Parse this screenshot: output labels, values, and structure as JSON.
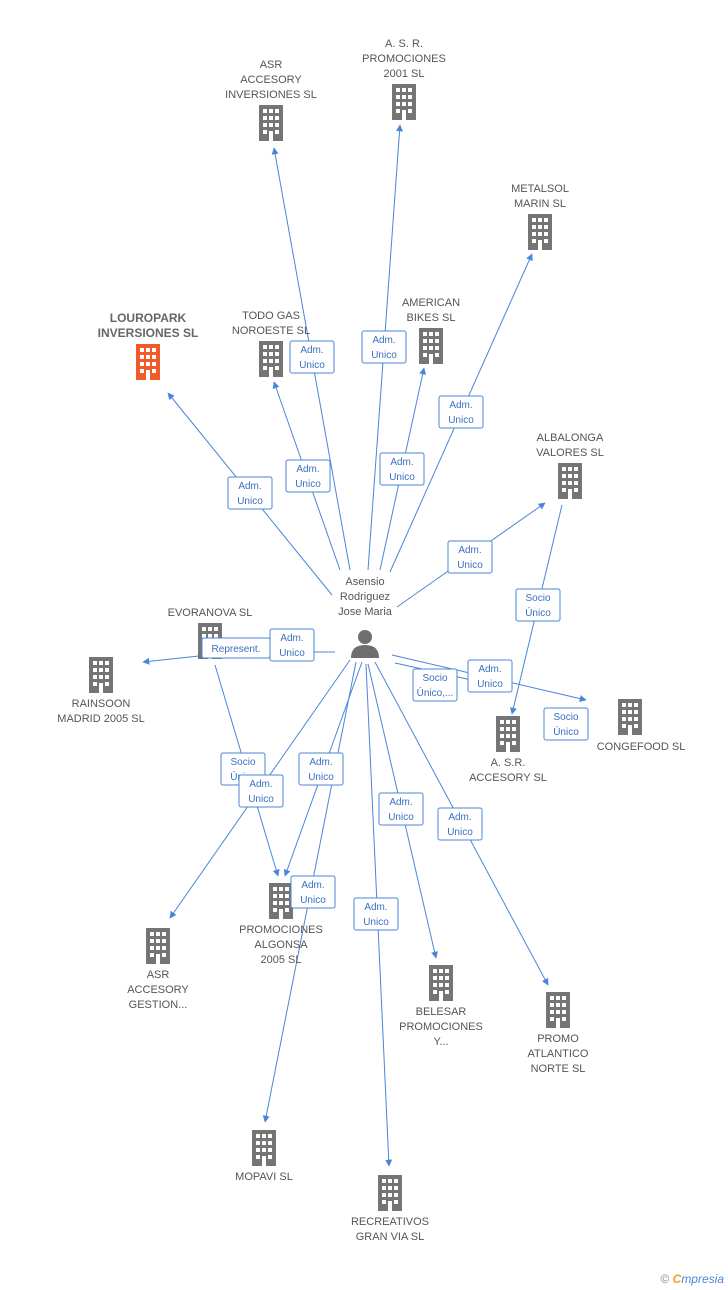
{
  "colors": {
    "edge": "#4a86d8",
    "building": "#757575",
    "highlight": "#f05a28",
    "person": "#6e6e6e"
  },
  "center": {
    "name_lines": [
      "Asensio",
      "Rodriguez",
      "Jose Maria"
    ]
  },
  "companies": [
    {
      "id": "asr-accesory-inversiones",
      "lines": [
        "ASR",
        "ACCESORY",
        "INVERSIONES SL"
      ]
    },
    {
      "id": "asr-promociones-2001",
      "lines": [
        "A.  S. R.",
        "PROMOCIONES",
        "2001 SL"
      ]
    },
    {
      "id": "metalsol-marin",
      "lines": [
        "METALSOL",
        "MARIN SL"
      ]
    },
    {
      "id": "louropark-inversiones",
      "lines": [
        "LOUROPARK",
        "INVERSIONES SL"
      ],
      "highlight": true
    },
    {
      "id": "todo-gas-noroeste",
      "lines": [
        "TODO GAS",
        "NOROESTE SL"
      ]
    },
    {
      "id": "american-bikes",
      "lines": [
        "AMERICAN",
        "BIKES SL"
      ]
    },
    {
      "id": "albalonga-valores",
      "lines": [
        "ALBALONGA",
        "VALORES SL"
      ]
    },
    {
      "id": "evoranova",
      "lines": [
        "EVORANOVA SL"
      ]
    },
    {
      "id": "rainsoon-madrid-2005",
      "lines": [
        "RAINSOON",
        "MADRID 2005 SL"
      ]
    },
    {
      "id": "asr-accesory",
      "lines": [
        "A. S.R.",
        "ACCESORY SL"
      ]
    },
    {
      "id": "congefood",
      "lines": [
        "CONGEFOOD SL"
      ]
    },
    {
      "id": "promociones-algonsa-2005",
      "lines": [
        "PROMOCIONES",
        "ALGONSA",
        "2005 SL"
      ]
    },
    {
      "id": "asr-accesory-gestion",
      "lines": [
        "ASR",
        "ACCESORY",
        "GESTION..."
      ]
    },
    {
      "id": "belesar-promociones",
      "lines": [
        "BELESAR",
        "PROMOCIONES",
        "Y..."
      ]
    },
    {
      "id": "promo-atlantico-norte",
      "lines": [
        "PROMO",
        "ATLANTICO",
        "NORTE SL"
      ]
    },
    {
      "id": "mopavi",
      "lines": [
        "MOPAVI SL"
      ]
    },
    {
      "id": "recreativos-gran-via",
      "lines": [
        "RECREATIVOS",
        "GRAN VIA SL"
      ]
    }
  ],
  "relations": [
    {
      "lines": [
        "Adm.",
        "Unico"
      ]
    },
    {
      "lines": [
        "Adm.",
        "Unico"
      ]
    },
    {
      "lines": [
        "Adm.",
        "Unico"
      ]
    },
    {
      "lines": [
        "Adm.",
        "Unico"
      ]
    },
    {
      "lines": [
        "Adm.",
        "Unico"
      ]
    },
    {
      "lines": [
        "Adm.",
        "Unico"
      ]
    },
    {
      "lines": [
        "Adm.",
        "Unico"
      ]
    },
    {
      "lines": [
        "Socio",
        "Único"
      ]
    },
    {
      "lines": [
        "Represent."
      ]
    },
    {
      "lines": [
        "Adm.",
        "Unico"
      ]
    },
    {
      "lines": [
        "Adm.",
        "Unico"
      ]
    },
    {
      "lines": [
        "Socio",
        "Único,..."
      ]
    },
    {
      "lines": [
        "Socio",
        "Único"
      ]
    },
    {
      "lines": [
        "Socio",
        "Único"
      ]
    },
    {
      "lines": [
        "Adm.",
        "Unico"
      ]
    },
    {
      "lines": [
        "Adm.",
        "Unico"
      ]
    },
    {
      "lines": [
        "Adm.",
        "Unico"
      ]
    },
    {
      "lines": [
        "Adm.",
        "Unico"
      ]
    },
    {
      "lines": [
        "Adm.",
        "Unico"
      ]
    },
    {
      "lines": [
        "Adm.",
        "Unico"
      ]
    }
  ],
  "footer": {
    "copyright": "©",
    "brand_initial": "C",
    "brand_rest": "mpresia"
  }
}
